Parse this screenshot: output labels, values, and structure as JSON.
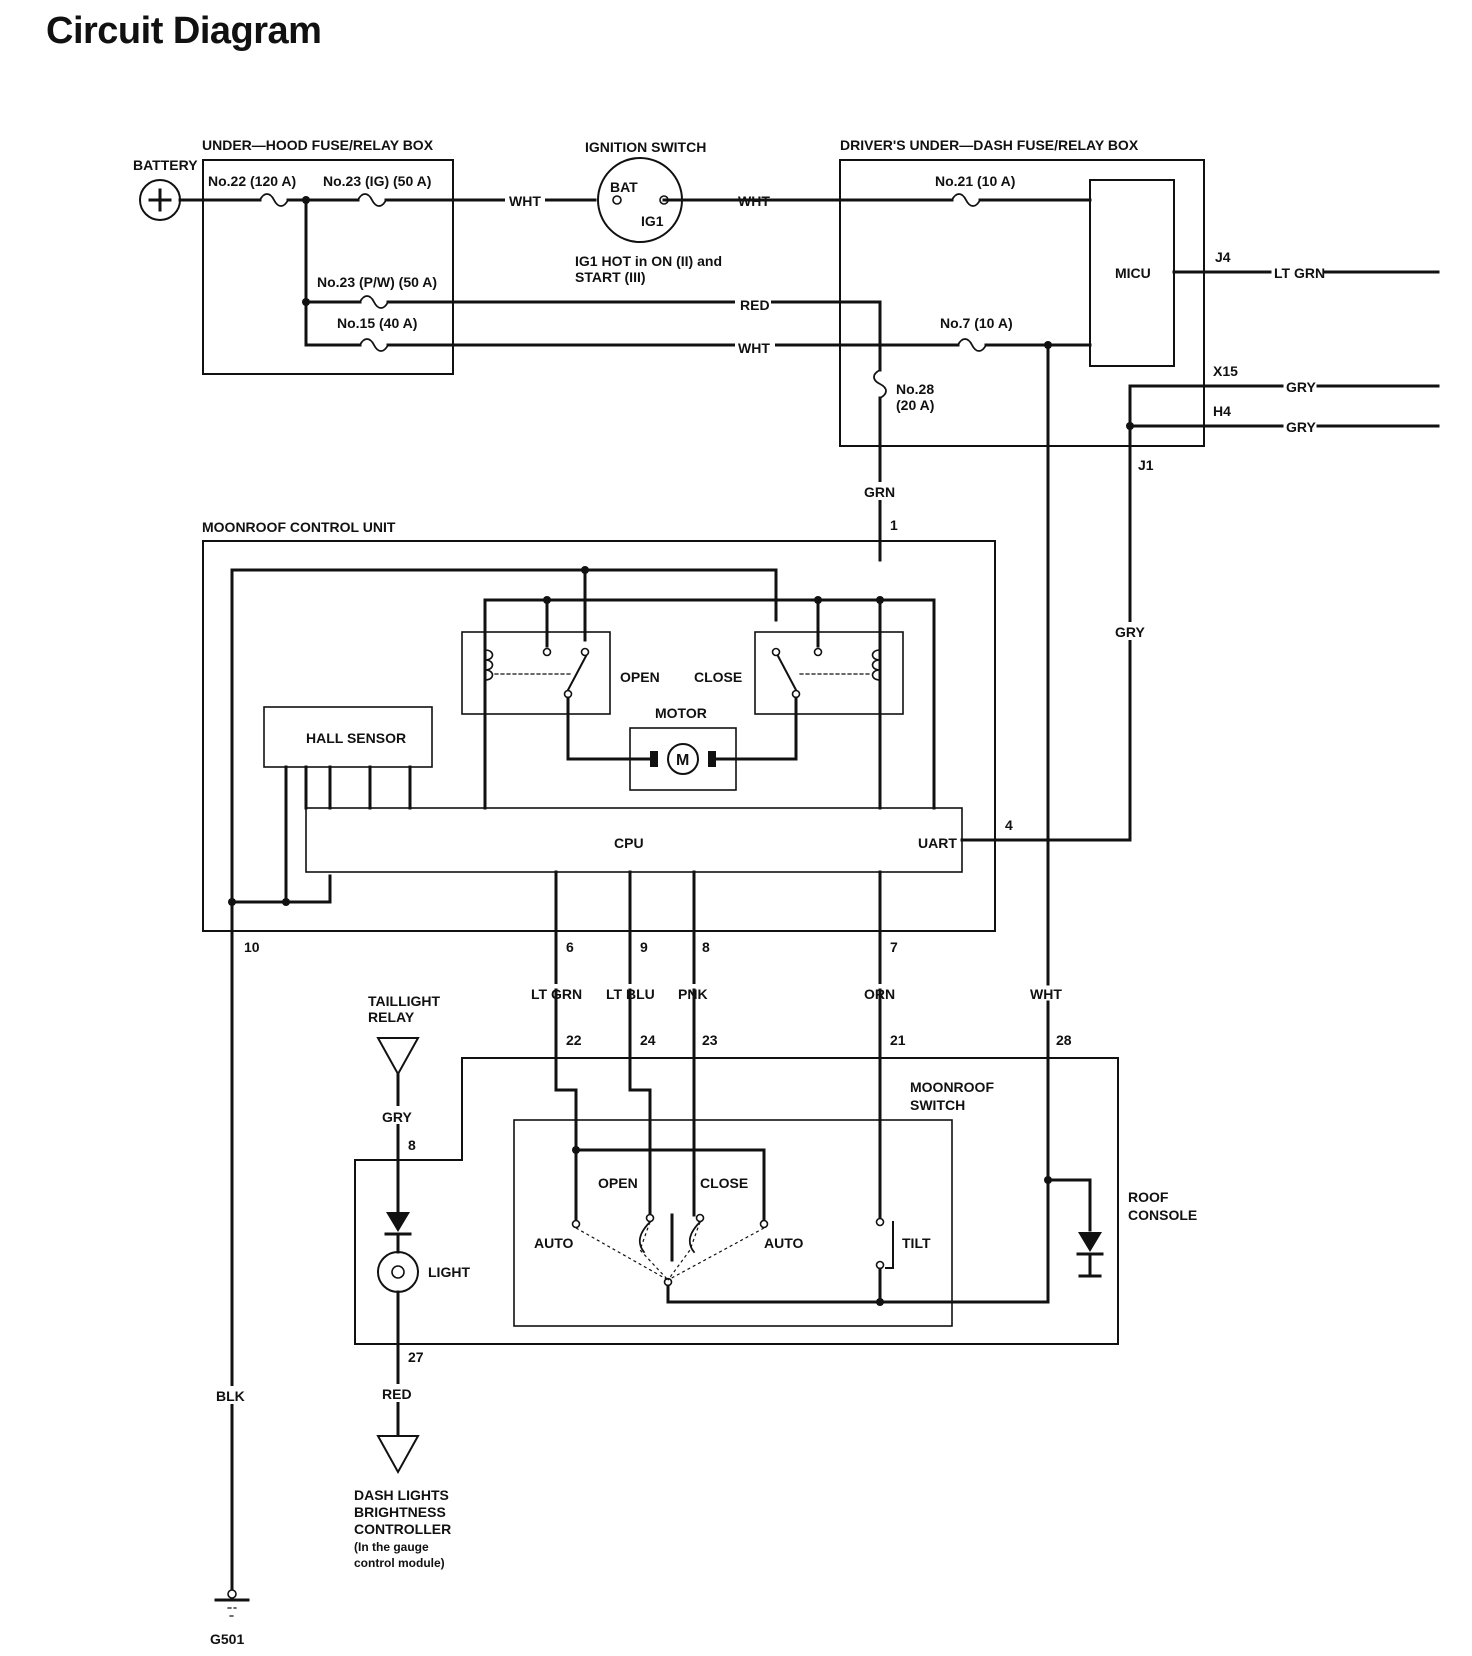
{
  "title": "Circuit Diagram",
  "components": {
    "battery": "BATTERY",
    "underhood_box": "UNDER—HOOD FUSE/RELAY BOX",
    "fuse_22": "No.22 (120 A)",
    "fuse_23_ig": "No.23 (IG) (50 A)",
    "fuse_23_pw": "No.23 (P/W) (50 A)",
    "fuse_15": "No.15 (40 A)",
    "ignition_switch": "IGNITION SWITCH",
    "bat": "BAT",
    "ig1": "IG1",
    "ig1_note_1": "IG1 HOT in ON (II) and",
    "ig1_note_2": "START (III)",
    "underdash_box": "DRIVER'S UNDER—DASH FUSE/RELAY BOX",
    "fuse_21": "No.21 (10 A)",
    "fuse_7": "No.7 (10 A)",
    "fuse_28a": "No.28",
    "fuse_28b": "(20 A)",
    "micu": "MICU",
    "j4": "J4",
    "x15": "X15",
    "h4": "H4",
    "j1": "J1",
    "moonroof_unit": "MOONROOF CONTROL UNIT",
    "open": "OPEN",
    "close": "CLOSE",
    "motor": "MOTOR",
    "motor_m": "M",
    "hall_sensor": "HALL SENSOR",
    "cpu": "CPU",
    "uart": "UART",
    "taillight_relay_1": "TAILLIGHT",
    "taillight_relay_2": "RELAY",
    "light": "LIGHT",
    "moonroof_switch_1": "MOONROOF",
    "moonroof_switch_2": "SWITCH",
    "switch_open": "OPEN",
    "switch_close": "CLOSE",
    "auto_left": "AUTO",
    "auto_right": "AUTO",
    "tilt": "TILT",
    "roof_console_1": "ROOF",
    "roof_console_2": "CONSOLE",
    "dash_1": "DASH LIGHTS",
    "dash_2": "BRIGHTNESS",
    "dash_3": "CONTROLLER",
    "dash_4": "(In the gauge",
    "dash_5": "control module)",
    "ground": "G501"
  },
  "wires": {
    "wht_1": "WHT",
    "wht_2": "WHT",
    "red_1": "RED",
    "wht_3": "WHT",
    "lt_grn_out": "LT GRN",
    "gry_out_1": "GRY",
    "gry_out_2": "GRY",
    "grn": "GRN",
    "gry_v": "GRY",
    "lt_grn": "LT GRN",
    "lt_blu": "LT BLU",
    "pnk": "PNK",
    "orn": "ORN",
    "wht_v": "WHT",
    "gry_tl": "GRY",
    "red_dash": "RED",
    "blk": "BLK"
  },
  "pins": {
    "p1": "1",
    "p4": "4",
    "p10": "10",
    "p6": "6",
    "p9": "9",
    "p8": "8",
    "p7": "7",
    "p22": "22",
    "p24": "24",
    "p23": "23",
    "p21": "21",
    "p28": "28",
    "p8b": "8",
    "p27": "27"
  }
}
